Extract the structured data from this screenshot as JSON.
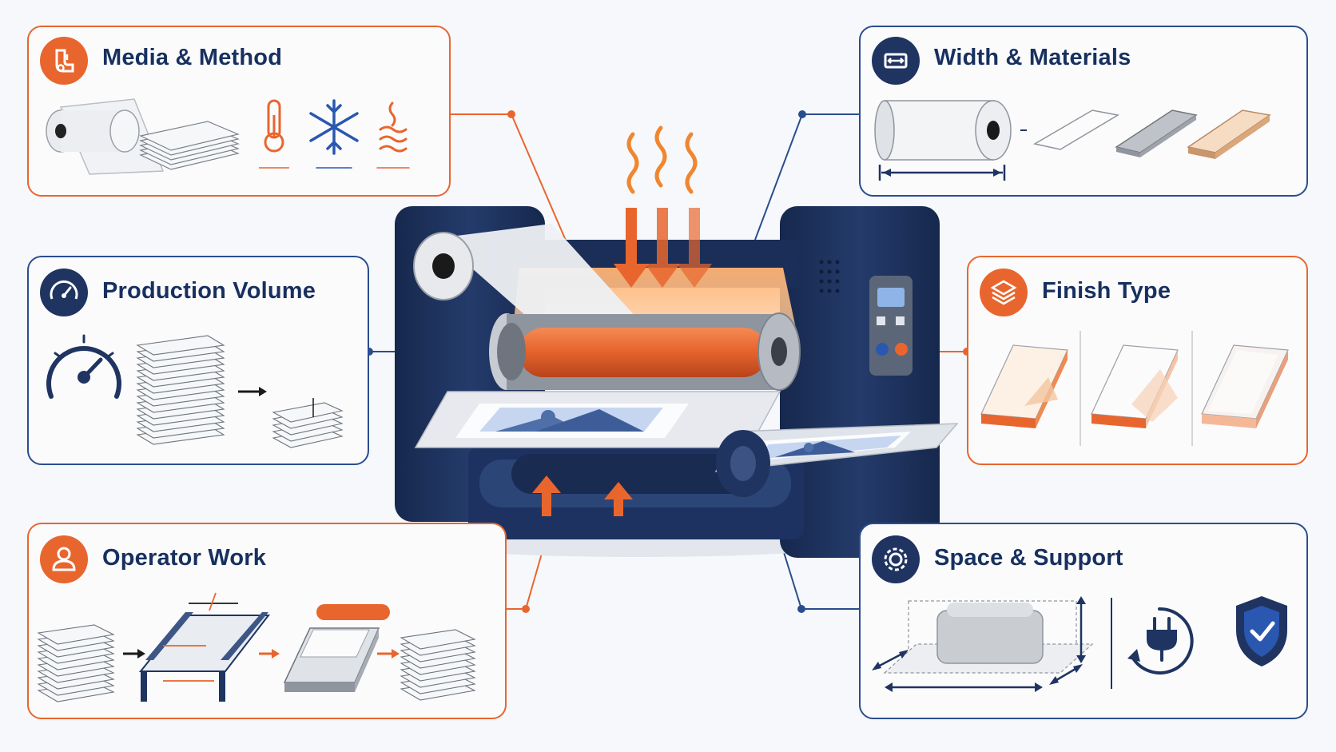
{
  "panels": {
    "media_method": {
      "title": "Media & Method",
      "icon": "film-roll-icon"
    },
    "width_materials": {
      "title": "Width & Materials",
      "icon": "width-icon"
    },
    "production_volume": {
      "title": "Production Volume",
      "icon": "gauge-icon"
    },
    "finish_type": {
      "title": "Finish Type",
      "icon": "layers-icon"
    },
    "operator_work": {
      "title": "Operator Work",
      "icon": "person-icon"
    },
    "space_support": {
      "title": "Space & Support",
      "icon": "gear-icon"
    }
  },
  "colors": {
    "accent_orange": "#e8662e",
    "navy": "#1f3461",
    "blue_outline": "#2a4d8f",
    "background": "#f7f8fb"
  }
}
